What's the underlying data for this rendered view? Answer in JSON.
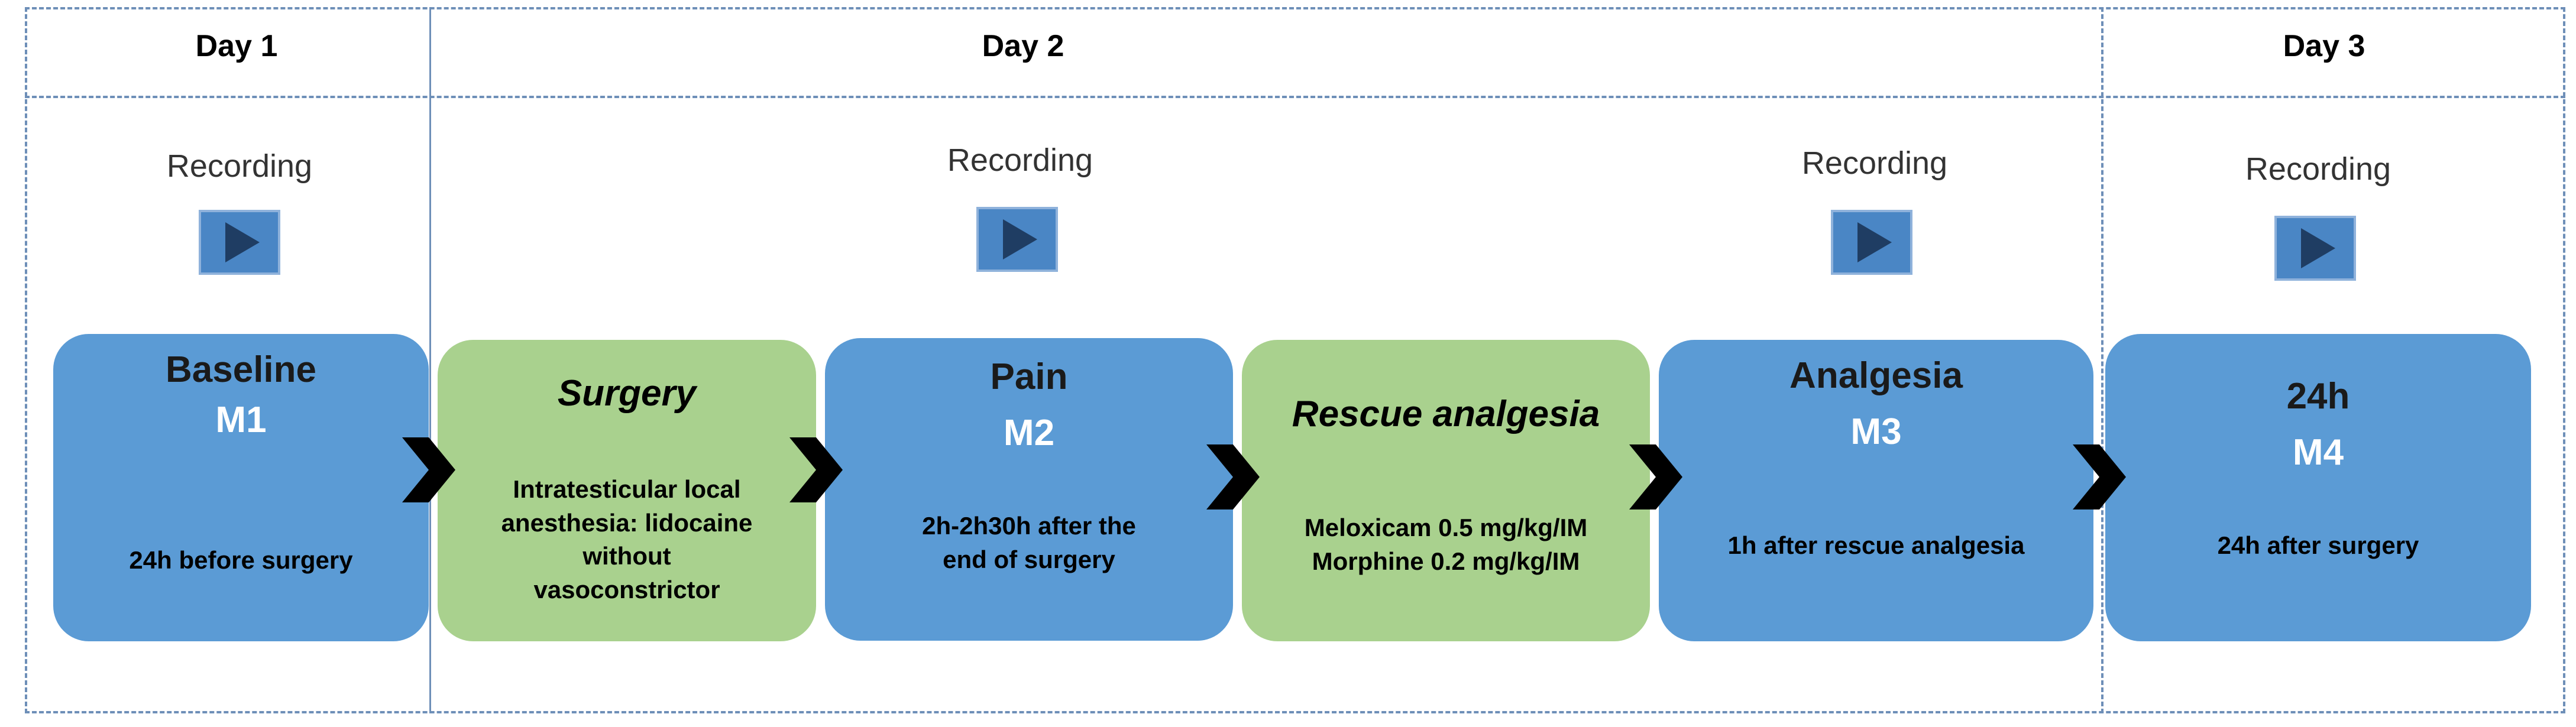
{
  "days": {
    "day1": "Day 1",
    "day2": "Day 2",
    "day3": "Day 3"
  },
  "recording_label": "Recording",
  "stages": {
    "baseline": {
      "title": "Baseline",
      "code": "M1",
      "desc": "24h before surgery"
    },
    "surgery": {
      "title": "Surgery",
      "desc_lines": [
        "Intratesticular local",
        "anesthesia: lidocaine",
        "without",
        "vasoconstrictor"
      ]
    },
    "pain": {
      "title": "Pain",
      "code": "M2",
      "desc_lines": [
        "2h-2h30h after the",
        "end of surgery"
      ]
    },
    "rescue": {
      "title": "Rescue analgesia",
      "desc_lines": [
        "Meloxicam 0.5 mg/kg/IM",
        "Morphine 0.2 mg/kg/IM"
      ]
    },
    "analgesia": {
      "title": "Analgesia",
      "code": "M3",
      "desc": "1h after rescue analgesia"
    },
    "h24": {
      "title": "24h",
      "code": "M4",
      "desc": "24h after surgery"
    }
  },
  "colors": {
    "blue_stage": "#5b9bd5",
    "green_stage": "#a9d18e",
    "play_button": "#4a86c5",
    "frame": "#6e8fb8"
  },
  "icons": [
    "play-icon",
    "chevron-right-icon"
  ]
}
